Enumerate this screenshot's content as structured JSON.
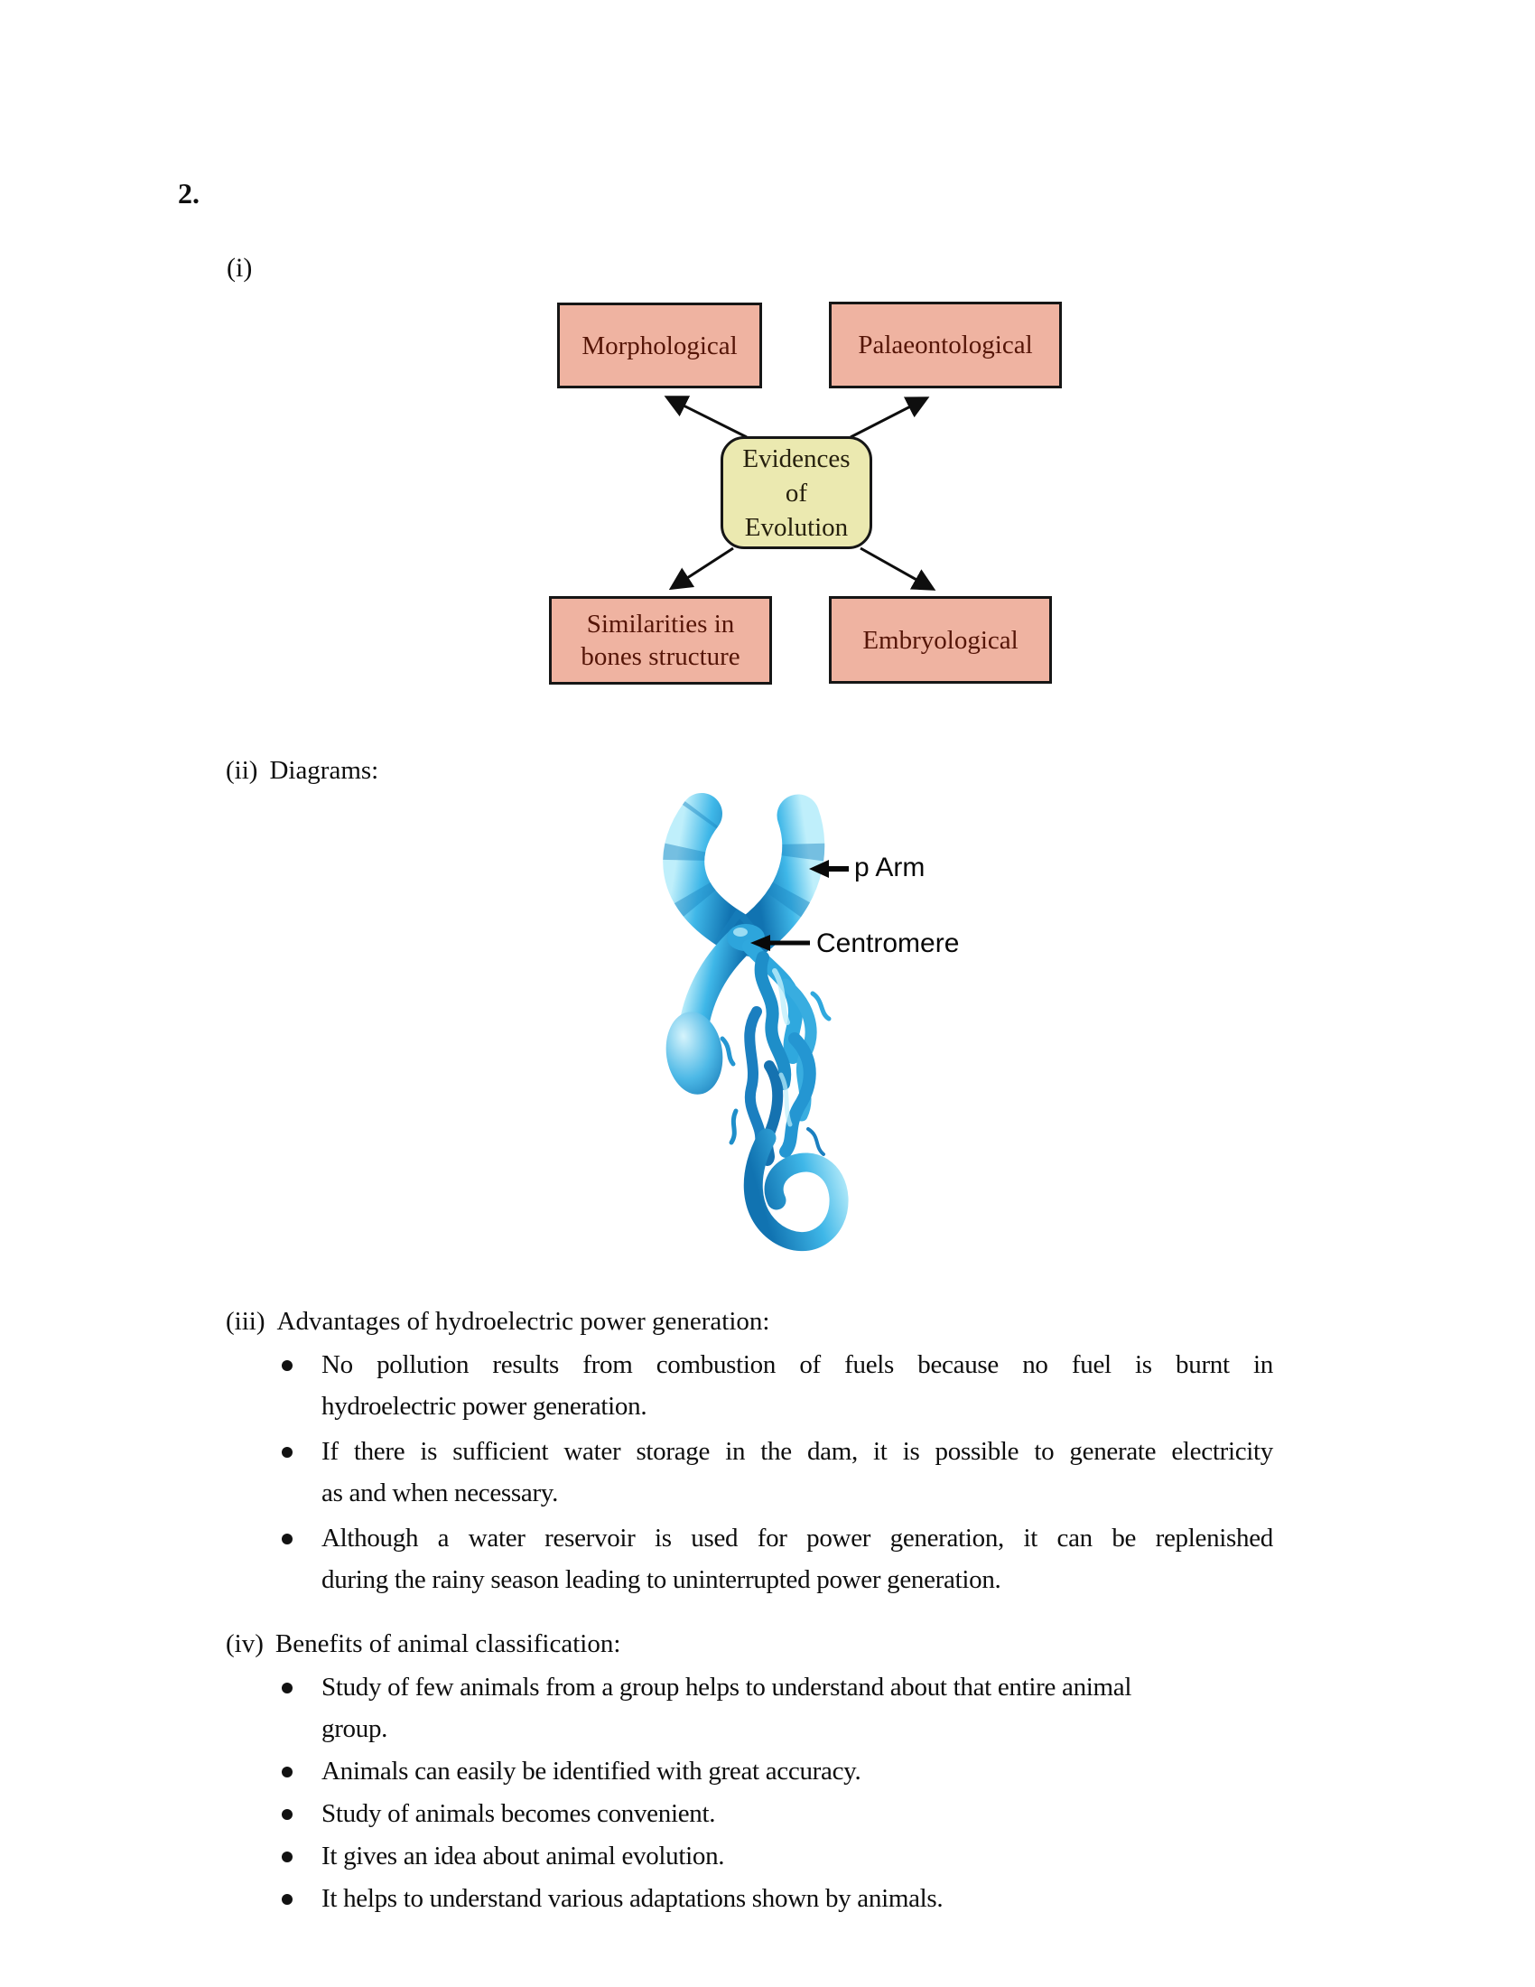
{
  "page": {
    "question_number": "2.",
    "background_color": "#ffffff",
    "text_color": "#0e0e0e"
  },
  "sections": {
    "i": {
      "label": "(i)",
      "diagram": {
        "center_label": "Evidences\nof\nEvolution",
        "top_left_box": "Morphological",
        "top_right_box": "Palaeontological",
        "bottom_left_box": "Similarities in\nbones structure",
        "bottom_right_box": "Embryological",
        "box_fill_color": "#efb3a1",
        "box_text_color": "#551507",
        "center_fill_color": "#ebe9b0",
        "border_color": "#161616"
      }
    },
    "ii": {
      "label": "(ii)",
      "heading": "Diagrams:",
      "chromosome": {
        "p_arm_label": "p Arm",
        "centromere_label": "Centromere",
        "main_color": "#2da5dc",
        "dark_color": "#1572b0",
        "light_color": "#bfeffb"
      }
    },
    "iii": {
      "label": "(iii)",
      "heading": "Advantages of hydroelectric power generation:",
      "bullets": [
        {
          "lines": [
            "No pollution results from combustion of fuels because no fuel is burnt in",
            "hydroelectric power generation."
          ]
        },
        {
          "lines": [
            "If there is sufficient water storage in the dam, it is possible to generate electricity",
            "as and when necessary."
          ]
        },
        {
          "lines": [
            "Although a water reservoir is used for power generation, it can be replenished",
            "during the rainy season leading to uninterrupted power generation."
          ]
        }
      ]
    },
    "iv": {
      "label": "(iv)",
      "heading": "Benefits of animal classification:",
      "bullets": [
        {
          "lines": [
            "Study of few animals from a group helps to understand about that entire animal",
            "group."
          ]
        },
        {
          "lines": [
            "Animals can easily be identified with great accuracy."
          ]
        },
        {
          "lines": [
            "Study of animals becomes convenient."
          ]
        },
        {
          "lines": [
            "It gives an idea about animal evolution."
          ]
        },
        {
          "lines": [
            "It helps to understand various adaptations shown by animals."
          ]
        }
      ]
    }
  }
}
